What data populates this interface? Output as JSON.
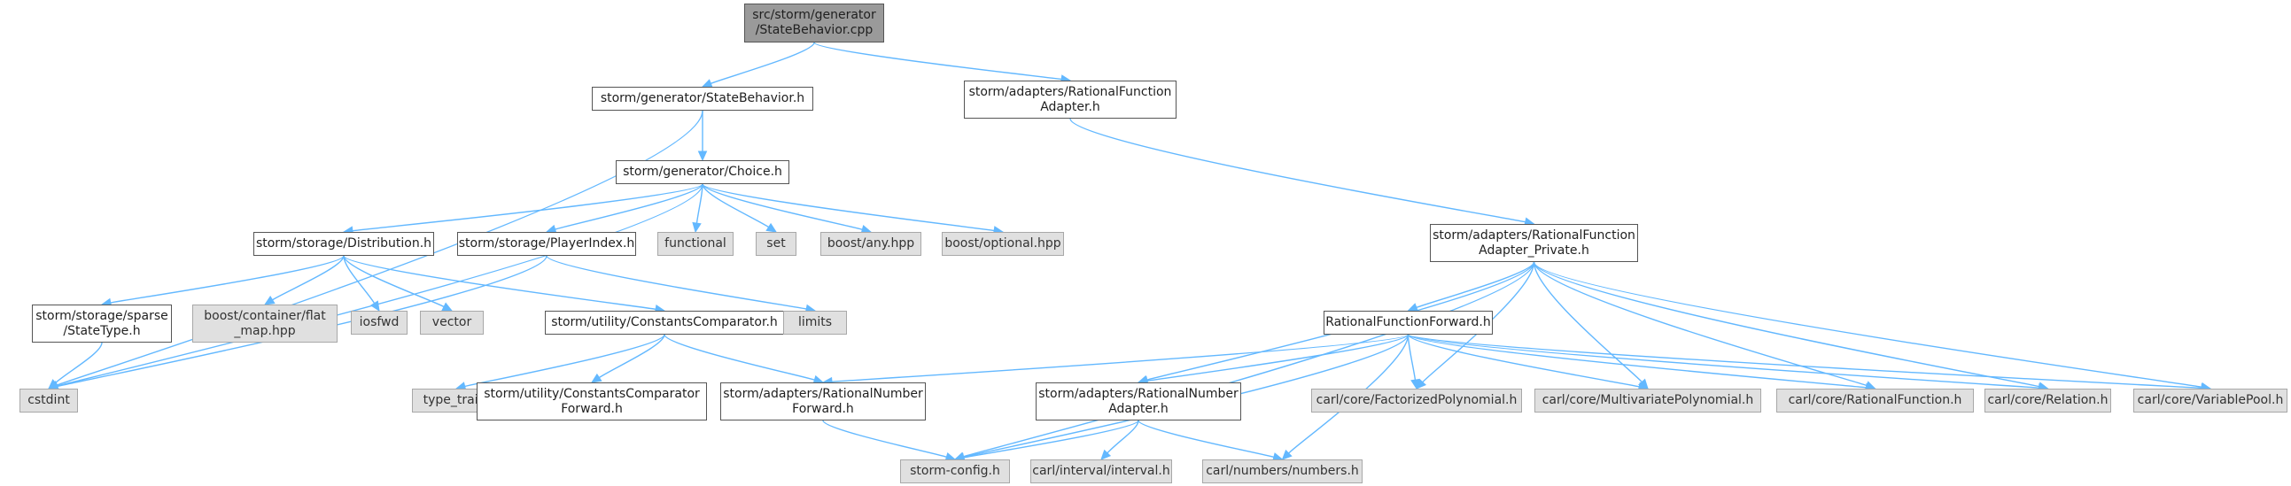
{
  "diagram": {
    "nodes": [
      {
        "id": "root",
        "label": "src/storm/generator\n/StateBehavior.cpp",
        "style": "dark"
      },
      {
        "id": "statebehavior_h",
        "label": "storm/generator/StateBehavior.h",
        "style": "white"
      },
      {
        "id": "rf_adapter_h",
        "label": "storm/adapters/RationalFunction\nAdapter.h",
        "style": "white"
      },
      {
        "id": "choice_h",
        "label": "storm/generator/Choice.h",
        "style": "white"
      },
      {
        "id": "rf_adapter_private_h",
        "label": "storm/adapters/RationalFunction\nAdapter_Private.h",
        "style": "white"
      },
      {
        "id": "distribution_h",
        "label": "storm/storage/Distribution.h",
        "style": "white"
      },
      {
        "id": "playerindex_h",
        "label": "storm/storage/PlayerIndex.h",
        "style": "white"
      },
      {
        "id": "functional",
        "label": "functional",
        "style": "gray"
      },
      {
        "id": "set",
        "label": "set",
        "style": "gray"
      },
      {
        "id": "boost_any",
        "label": "boost/any.hpp",
        "style": "gray"
      },
      {
        "id": "boost_optional",
        "label": "boost/optional.hpp",
        "style": "gray"
      },
      {
        "id": "sparse_statetype_h",
        "label": "storm/storage/sparse\n/StateType.h",
        "style": "white"
      },
      {
        "id": "flat_map",
        "label": "boost/container/flat\n_map.hpp",
        "style": "gray"
      },
      {
        "id": "iosfwd",
        "label": "iosfwd",
        "style": "gray"
      },
      {
        "id": "vector",
        "label": "vector",
        "style": "gray"
      },
      {
        "id": "constants_comparator_h",
        "label": "storm/utility/ConstantsComparator.h",
        "style": "white"
      },
      {
        "id": "limits",
        "label": "limits",
        "style": "gray"
      },
      {
        "id": "rf_forward_h",
        "label": "RationalFunctionForward.h",
        "style": "white"
      },
      {
        "id": "cstdint",
        "label": "cstdint",
        "style": "gray"
      },
      {
        "id": "type_traits",
        "label": "type_traits",
        "style": "gray"
      },
      {
        "id": "constants_comparator_fwd_h",
        "label": "storm/utility/ConstantsComparator\nForward.h",
        "style": "white"
      },
      {
        "id": "rn_forward_h",
        "label": "storm/adapters/RationalNumber\nForward.h",
        "style": "white"
      },
      {
        "id": "rn_adapter_h",
        "label": "storm/adapters/RationalNumber\nAdapter.h",
        "style": "white"
      },
      {
        "id": "factorized_poly",
        "label": "carl/core/FactorizedPolynomial.h",
        "style": "gray"
      },
      {
        "id": "multivariate_poly",
        "label": "carl/core/MultivariatePolynomial.h",
        "style": "gray"
      },
      {
        "id": "rational_function",
        "label": "carl/core/RationalFunction.h",
        "style": "gray"
      },
      {
        "id": "relation",
        "label": "carl/core/Relation.h",
        "style": "gray"
      },
      {
        "id": "variablepool",
        "label": "carl/core/VariablePool.h",
        "style": "gray"
      },
      {
        "id": "storm_config",
        "label": "storm-config.h",
        "style": "gray"
      },
      {
        "id": "carl_interval",
        "label": "carl/interval/interval.h",
        "style": "gray"
      },
      {
        "id": "carl_numbers",
        "label": "carl/numbers/numbers.h",
        "style": "gray"
      }
    ],
    "edges": [
      [
        "root",
        "statebehavior_h"
      ],
      [
        "root",
        "rf_adapter_h"
      ],
      [
        "statebehavior_h",
        "cstdint"
      ],
      [
        "statebehavior_h",
        "choice_h"
      ],
      [
        "rf_adapter_h",
        "rf_adapter_private_h"
      ],
      [
        "choice_h",
        "cstdint"
      ],
      [
        "choice_h",
        "distribution_h"
      ],
      [
        "choice_h",
        "playerindex_h"
      ],
      [
        "choice_h",
        "functional"
      ],
      [
        "choice_h",
        "set"
      ],
      [
        "choice_h",
        "boost_any"
      ],
      [
        "choice_h",
        "boost_optional"
      ],
      [
        "distribution_h",
        "sparse_statetype_h"
      ],
      [
        "distribution_h",
        "flat_map"
      ],
      [
        "distribution_h",
        "iosfwd"
      ],
      [
        "distribution_h",
        "vector"
      ],
      [
        "distribution_h",
        "constants_comparator_h"
      ],
      [
        "playerindex_h",
        "cstdint"
      ],
      [
        "playerindex_h",
        "limits"
      ],
      [
        "sparse_statetype_h",
        "cstdint"
      ],
      [
        "constants_comparator_h",
        "type_traits"
      ],
      [
        "constants_comparator_h",
        "constants_comparator_fwd_h"
      ],
      [
        "constants_comparator_h",
        "rn_forward_h"
      ],
      [
        "rf_adapter_private_h",
        "storm_config"
      ],
      [
        "rf_adapter_private_h",
        "rn_adapter_h"
      ],
      [
        "rf_adapter_private_h",
        "rf_forward_h"
      ],
      [
        "rf_adapter_private_h",
        "factorized_poly"
      ],
      [
        "rf_adapter_private_h",
        "multivariate_poly"
      ],
      [
        "rf_adapter_private_h",
        "rational_function"
      ],
      [
        "rf_adapter_private_h",
        "relation"
      ],
      [
        "rf_adapter_private_h",
        "variablepool"
      ],
      [
        "rf_forward_h",
        "storm_config"
      ],
      [
        "rf_forward_h",
        "rn_forward_h"
      ],
      [
        "rf_forward_h",
        "rn_adapter_h"
      ],
      [
        "rf_forward_h",
        "carl_numbers"
      ],
      [
        "rf_forward_h",
        "factorized_poly"
      ],
      [
        "rf_forward_h",
        "multivariate_poly"
      ],
      [
        "rf_forward_h",
        "rational_function"
      ],
      [
        "rf_forward_h",
        "relation"
      ],
      [
        "rf_forward_h",
        "variablepool"
      ],
      [
        "rn_forward_h",
        "storm_config"
      ],
      [
        "rn_adapter_h",
        "storm_config"
      ],
      [
        "rn_adapter_h",
        "carl_interval"
      ],
      [
        "rn_adapter_h",
        "carl_numbers"
      ]
    ]
  }
}
